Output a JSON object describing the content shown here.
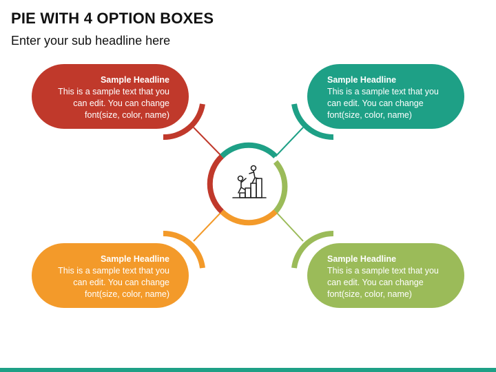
{
  "title": "PIE WITH 4 OPTION BOXES",
  "subtitle": "Enter your sub headline here",
  "center_icon": "people-climbing-stairs-icon",
  "options": [
    {
      "headline": "Sample Headline",
      "line1": "This is a sample text that you",
      "line2": "can edit. You can change",
      "line3": "font(size, color, name)",
      "color": "#c0392b"
    },
    {
      "headline": "Sample Headline",
      "line1": "This is a sample text that you",
      "line2": "can edit. You can change",
      "line3": "font(size, color, name)",
      "color": "#1ea086"
    },
    {
      "headline": "Sample Headline",
      "line1": "This is a sample text that you",
      "line2": "can edit. You can change",
      "line3": "font(size, color, name)",
      "color": "#f39a2a"
    },
    {
      "headline": "Sample Headline",
      "line1": "This is a sample text that you",
      "line2": "can edit. You can change",
      "line3": "font(size, color, name)",
      "color": "#9bbb59"
    }
  ],
  "footer_color": "#1ea086"
}
